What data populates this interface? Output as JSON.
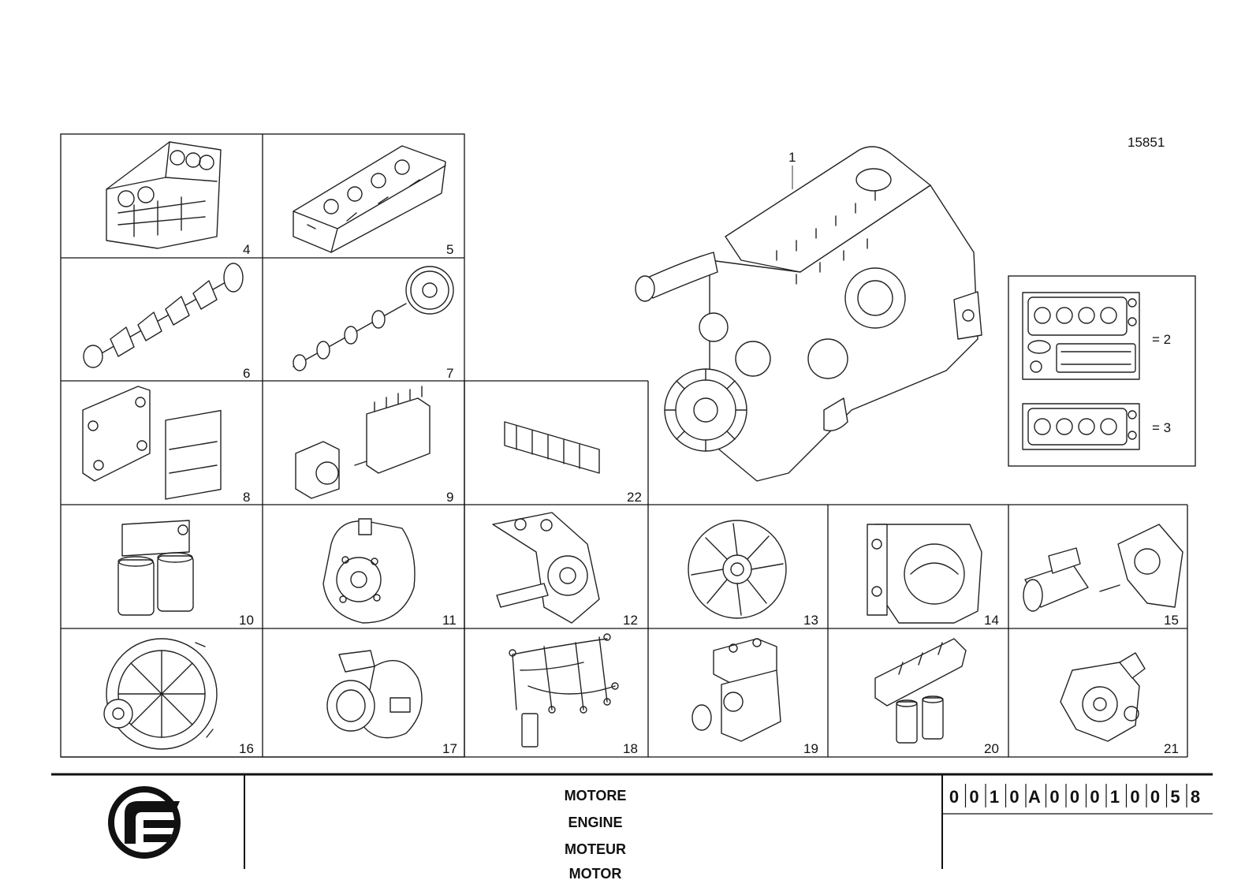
{
  "drawing_number": "15851",
  "main_engine_ref": "1",
  "cells": [
    {
      "ref": "4",
      "part": "engine-block"
    },
    {
      "ref": "5",
      "part": "cylinder-head"
    },
    {
      "ref": "6",
      "part": "crankshaft"
    },
    {
      "ref": "7",
      "part": "camshaft-flywheel"
    },
    {
      "ref": "8",
      "part": "ecu-bracket"
    },
    {
      "ref": "9",
      "part": "injection-pump"
    },
    {
      "ref": "22",
      "part": "rocker-bridge"
    },
    {
      "ref": "10",
      "part": "fuel-filter"
    },
    {
      "ref": "11",
      "part": "water-pump"
    },
    {
      "ref": "12",
      "part": "oil-pump"
    },
    {
      "ref": "13",
      "part": "fan"
    },
    {
      "ref": "14",
      "part": "flywheel-housing"
    },
    {
      "ref": "15",
      "part": "starter-motor"
    },
    {
      "ref": "16",
      "part": "alternator"
    },
    {
      "ref": "17",
      "part": "turbocharger"
    },
    {
      "ref": "18",
      "part": "wiring-harness"
    },
    {
      "ref": "19",
      "part": "air-compressor"
    },
    {
      "ref": "20",
      "part": "oil-filter-module"
    },
    {
      "ref": "21",
      "part": "steering-pump"
    }
  ],
  "gasket_kits": [
    {
      "label": "= 2"
    },
    {
      "label": "= 3"
    }
  ],
  "title_block": {
    "lines": [
      "MOTORE",
      "ENGINE",
      "MOTEUR",
      "MOTOR"
    ],
    "code": [
      "0",
      "0",
      "1",
      "0",
      "A",
      "0",
      "0",
      "0",
      "1",
      "0",
      "0",
      "5",
      "8"
    ],
    "logo": "manufacturer-logo"
  }
}
